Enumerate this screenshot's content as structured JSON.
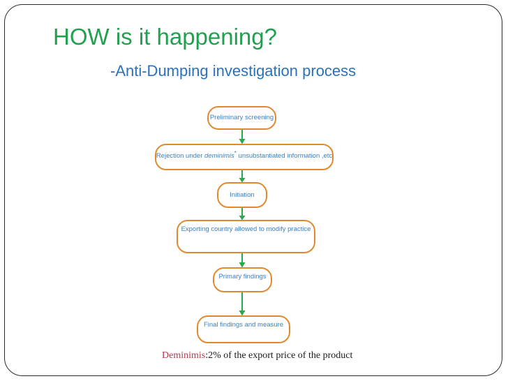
{
  "slide": {
    "title": "HOW is it happening?",
    "subtitle": "-Anti-Dumping investigation process",
    "title_color": "#21a14f",
    "subtitle_color": "#2a72bd",
    "box_border_color": "#e08a30",
    "box_text_color": "#3a7fc4",
    "arrow_color": "#2aa84a",
    "background_color": "#ffffff",
    "frame_color": "#2b2b2b"
  },
  "flowchart": {
    "type": "process-flow",
    "orientation": "top-to-bottom",
    "nodes": [
      {
        "id": "preliminary",
        "label": "Preliminary screening"
      },
      {
        "id": "rejection",
        "label_prefix": "Rejection under ",
        "label_em": "deminimis",
        "label_star": "*",
        "label_suffix": " unsubstantiated  information ,etc"
      },
      {
        "id": "initiation",
        "label": "Initiation"
      },
      {
        "id": "exporting",
        "label": "Exporting country allowed to modify practice"
      },
      {
        "id": "primary",
        "label": "Primary findings"
      },
      {
        "id": "final",
        "label": "Final findings and measure"
      }
    ],
    "arrows": [
      {
        "from": "preliminary",
        "to": "rejection"
      },
      {
        "from": "rejection",
        "to": "initiation"
      },
      {
        "from": "initiation",
        "to": "exporting"
      },
      {
        "from": "exporting",
        "to": "primary"
      },
      {
        "from": "primary",
        "to": "final"
      }
    ]
  },
  "footnote": {
    "term": "Deminimis",
    "text": ":2% of the export price of the product"
  }
}
